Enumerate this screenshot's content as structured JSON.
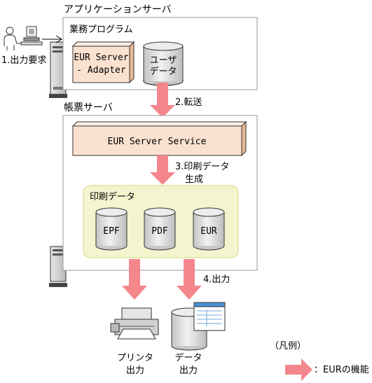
{
  "app_server": {
    "title": "アプリケーションサーバ",
    "section_title": "業務プログラム",
    "adapter_line1": "EUR Server",
    "adapter_line2": "- Adapter",
    "db_line1": "ユーザ",
    "db_line2": "データ"
  },
  "output_request": {
    "label": "1.出力要求"
  },
  "transfer": {
    "label": "2.転送"
  },
  "form_server": {
    "title": "帳票サーバ",
    "service_label": "EUR Server Service"
  },
  "generate": {
    "line1": "3.印刷データ",
    "line2": "生成"
  },
  "print_data": {
    "title": "印刷データ",
    "items": [
      "EPF",
      "PDF",
      "EUR"
    ]
  },
  "output": {
    "label": "4.出力"
  },
  "printer_output": {
    "line1": "プリンタ",
    "line2": "出力"
  },
  "data_output": {
    "line1": "データ",
    "line2": "出力"
  },
  "legend": {
    "title": "（凡例）",
    "label": "：EURの機能"
  },
  "colors": {
    "arrow": "#f4878c",
    "arrow_stroke": "#e0707a",
    "adapter_fill": "#fbe2d0",
    "print_box_fill": "#f4f4cf",
    "print_box_stroke": "#dede92",
    "cylinder_fill": "#dcdcdc",
    "cylinder_top": "#ececec"
  },
  "icons": [
    "user-at-computer-icon",
    "server-tower-icon",
    "printer-icon",
    "document-icon",
    "cylinder-icon"
  ]
}
